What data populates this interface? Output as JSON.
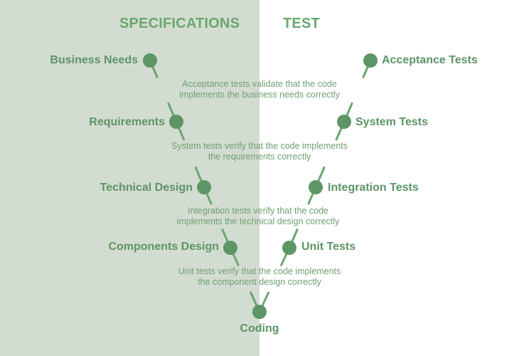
{
  "headings": {
    "specifications": "SPECIFICATIONS",
    "test": "TEST"
  },
  "colors": {
    "left_panel": "#d3dcd0",
    "accent": "#6aa76e",
    "node": "#5e9566",
    "label": "#5d9466",
    "description": "#6f9f74"
  },
  "spec_nodes": [
    {
      "label": "Business Needs"
    },
    {
      "label": "Requirements"
    },
    {
      "label": "Technical Design"
    },
    {
      "label": "Components Design"
    }
  ],
  "test_nodes": [
    {
      "label": "Acceptance Tests"
    },
    {
      "label": "System Tests"
    },
    {
      "label": "Integration Tests"
    },
    {
      "label": "Unit Tests"
    }
  ],
  "bottom_node": {
    "label": "Coding"
  },
  "descriptions": [
    {
      "line1": "Acceptance tests validate that the code",
      "line2": "implements the business needs correctly"
    },
    {
      "line1": "System tests verify that the code implements",
      "line2": "the requirements correctly"
    },
    {
      "line1": "Integration tests verify that the code",
      "line2": "implements the technical design correctly"
    },
    {
      "line1": "Unit tests verify that the code implements",
      "line2": "the component design correctly"
    }
  ]
}
